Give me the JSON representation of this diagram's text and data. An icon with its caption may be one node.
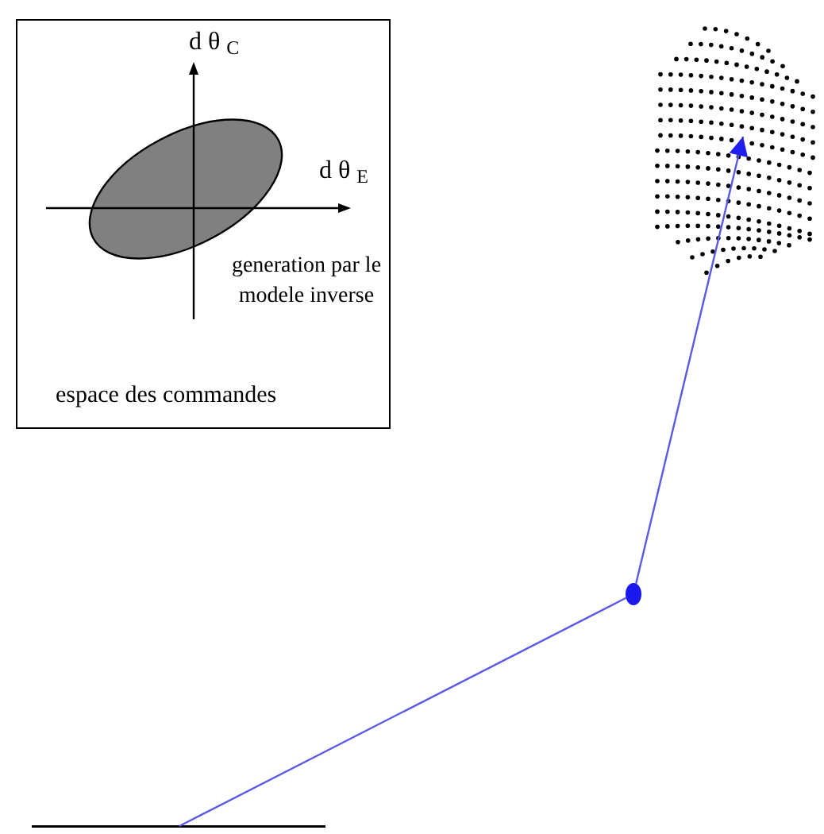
{
  "diagram": {
    "nodes": [
      {
        "text": [
          "espace des commandes"
        ]
      },
      {
        "text": [],
        "shape": "circle",
        "in": 0
      },
      {
        "text": [],
        "shape": "bar"
      },
      {
        "text": [],
        "shape": "circle"
      },
      {
        "text": [],
        "shape": "picture"
      }
    ],
    "edges": [
      {
        "from": 2,
        "to": 3,
        "arrow": "none"
      },
      {
        "from": 3,
        "to": 4,
        "arrow": "to"
      }
    ],
    "labels": [
      "d θ $_{C}$",
      "d θ $_{E}$",
      "generation par le modele inverse"
    ]
  }
}
